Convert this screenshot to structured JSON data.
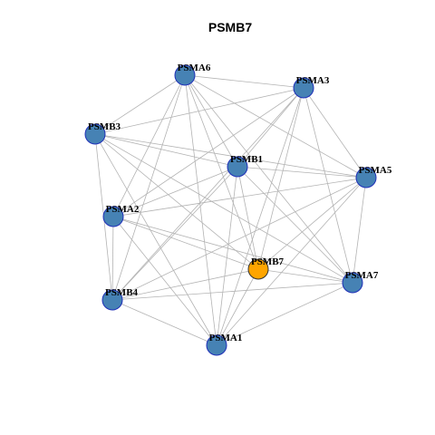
{
  "title": "PSMB7",
  "colors": {
    "node_fill": "#4682b4",
    "node_stroke": "#1f2fb8",
    "focus_fill": "#ffa500",
    "focus_stroke": "#333333",
    "edge": "#b3b3b3"
  },
  "nodes": [
    {
      "id": "PSMA6",
      "label": "PSMA6",
      "focus": false
    },
    {
      "id": "PSMA3",
      "label": "PSMA3",
      "focus": false
    },
    {
      "id": "PSMB3",
      "label": "PSMB3",
      "focus": false
    },
    {
      "id": "PSMB1",
      "label": "PSMB1",
      "focus": false
    },
    {
      "id": "PSMA5",
      "label": "PSMA5",
      "focus": false
    },
    {
      "id": "PSMA2",
      "label": "PSMA2",
      "focus": false
    },
    {
      "id": "PSMB7",
      "label": "PSMB7",
      "focus": true
    },
    {
      "id": "PSMA7",
      "label": "PSMA7",
      "focus": false
    },
    {
      "id": "PSMB4",
      "label": "PSMB4",
      "focus": false
    },
    {
      "id": "PSMA1",
      "label": "PSMA1",
      "focus": false
    }
  ],
  "edges": [
    [
      "PSMA6",
      "PSMA3"
    ],
    [
      "PSMA6",
      "PSMB3"
    ],
    [
      "PSMA6",
      "PSMB1"
    ],
    [
      "PSMA6",
      "PSMA5"
    ],
    [
      "PSMA6",
      "PSMA2"
    ],
    [
      "PSMA6",
      "PSMB7"
    ],
    [
      "PSMA6",
      "PSMA7"
    ],
    [
      "PSMA6",
      "PSMB4"
    ],
    [
      "PSMA6",
      "PSMA1"
    ],
    [
      "PSMA3",
      "PSMB3"
    ],
    [
      "PSMA3",
      "PSMB1"
    ],
    [
      "PSMA3",
      "PSMA5"
    ],
    [
      "PSMA3",
      "PSMA2"
    ],
    [
      "PSMA3",
      "PSMB7"
    ],
    [
      "PSMA3",
      "PSMA7"
    ],
    [
      "PSMA3",
      "PSMB4"
    ],
    [
      "PSMA3",
      "PSMA1"
    ],
    [
      "PSMB3",
      "PSMB1"
    ],
    [
      "PSMB3",
      "PSMA5"
    ],
    [
      "PSMB3",
      "PSMB7"
    ],
    [
      "PSMB3",
      "PSMA7"
    ],
    [
      "PSMB3",
      "PSMB4"
    ],
    [
      "PSMB3",
      "PSMA1"
    ],
    [
      "PSMB1",
      "PSMA5"
    ],
    [
      "PSMB1",
      "PSMA2"
    ],
    [
      "PSMB1",
      "PSMB7"
    ],
    [
      "PSMB1",
      "PSMA7"
    ],
    [
      "PSMB1",
      "PSMB4"
    ],
    [
      "PSMB1",
      "PSMA1"
    ],
    [
      "PSMA5",
      "PSMA2"
    ],
    [
      "PSMA5",
      "PSMB7"
    ],
    [
      "PSMA5",
      "PSMA7"
    ],
    [
      "PSMA5",
      "PSMB4"
    ],
    [
      "PSMA5",
      "PSMA1"
    ],
    [
      "PSMA2",
      "PSMB7"
    ],
    [
      "PSMA2",
      "PSMA7"
    ],
    [
      "PSMA2",
      "PSMB4"
    ],
    [
      "PSMA2",
      "PSMA1"
    ],
    [
      "PSMB7",
      "PSMA7"
    ],
    [
      "PSMB7",
      "PSMB4"
    ],
    [
      "PSMB7",
      "PSMA1"
    ],
    [
      "PSMA7",
      "PSMB4"
    ],
    [
      "PSMA7",
      "PSMA1"
    ],
    [
      "PSMB4",
      "PSMA1"
    ]
  ]
}
